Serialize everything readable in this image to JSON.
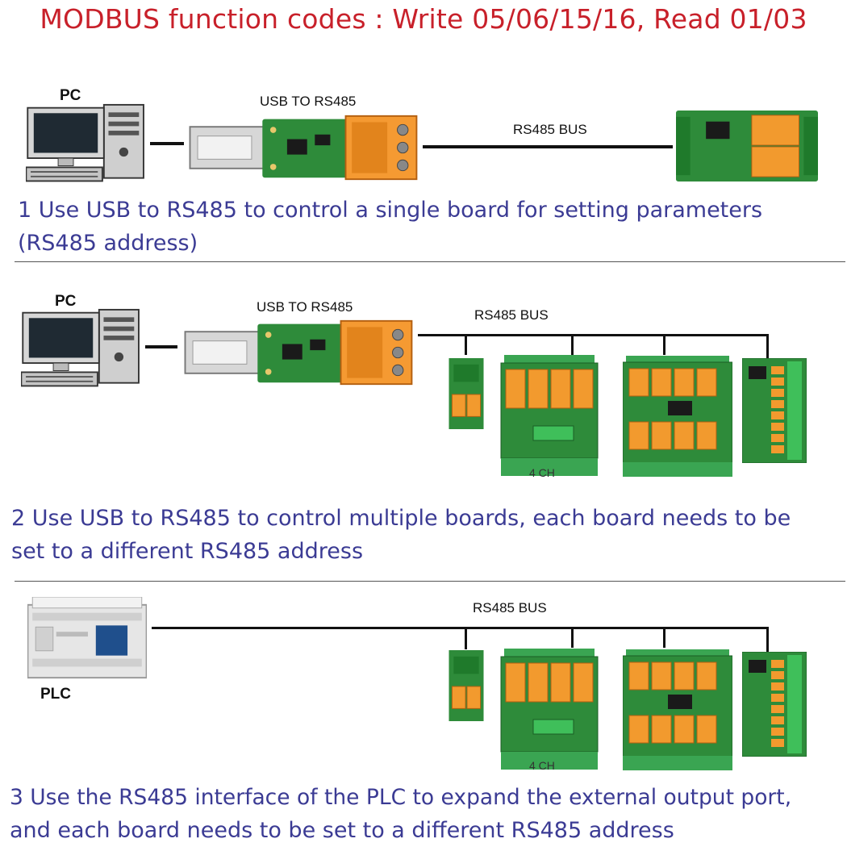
{
  "title": "MODBUS function codes : Write 05/06/15/16, Read 01/03",
  "section1": {
    "pc_label": "PC",
    "adapter_label": "USB TO RS485",
    "bus_label": "RS485 BUS",
    "caption_line1": "1 Use USB to RS485 to control a single board for setting parameters",
    "caption_line2": "(RS485 address)"
  },
  "section2": {
    "pc_label": "PC",
    "adapter_label": "USB TO RS485",
    "bus_label": "RS485 BUS",
    "board_label": "4 CH",
    "caption_line1": "2 Use USB to RS485 to control multiple boards, each board needs to be",
    "caption_line2": "set to a different RS485 address"
  },
  "section3": {
    "plc_label": "PLC",
    "bus_label": "RS485 BUS",
    "board_label": "4 CH",
    "caption_line1": "3 Use the RS485 interface of the PLC to expand the external output port,",
    "caption_line2": "and each board needs to be set to a different RS485 address"
  },
  "colors": {
    "title": "#c8202a",
    "caption": "#3b3b94",
    "pcb_green": "#2e8b3a",
    "relay_orange": "#f29a2e",
    "din_rail_green": "#3aa552"
  }
}
